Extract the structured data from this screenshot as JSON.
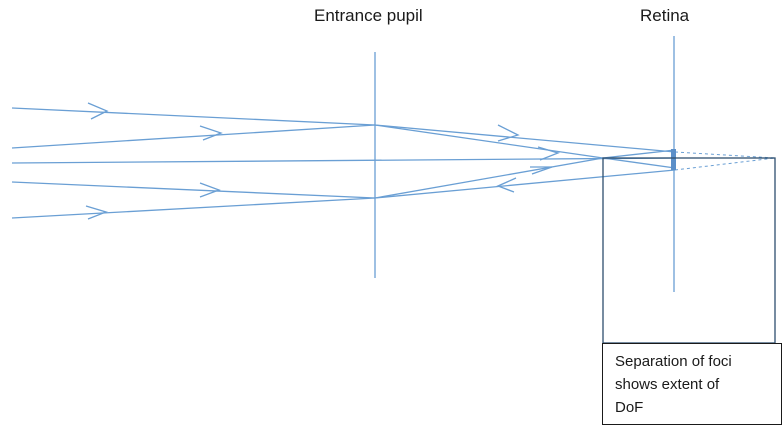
{
  "labels": {
    "entrance_pupil": "Entrance pupil",
    "retina": "Retina"
  },
  "callout": {
    "lines": [
      "Separation of foci",
      "shows extent of",
      "DoF"
    ]
  },
  "colors": {
    "ray": "#6a9fd4",
    "box_border": "#2e4f6e",
    "text": "#1a1a1a"
  }
}
